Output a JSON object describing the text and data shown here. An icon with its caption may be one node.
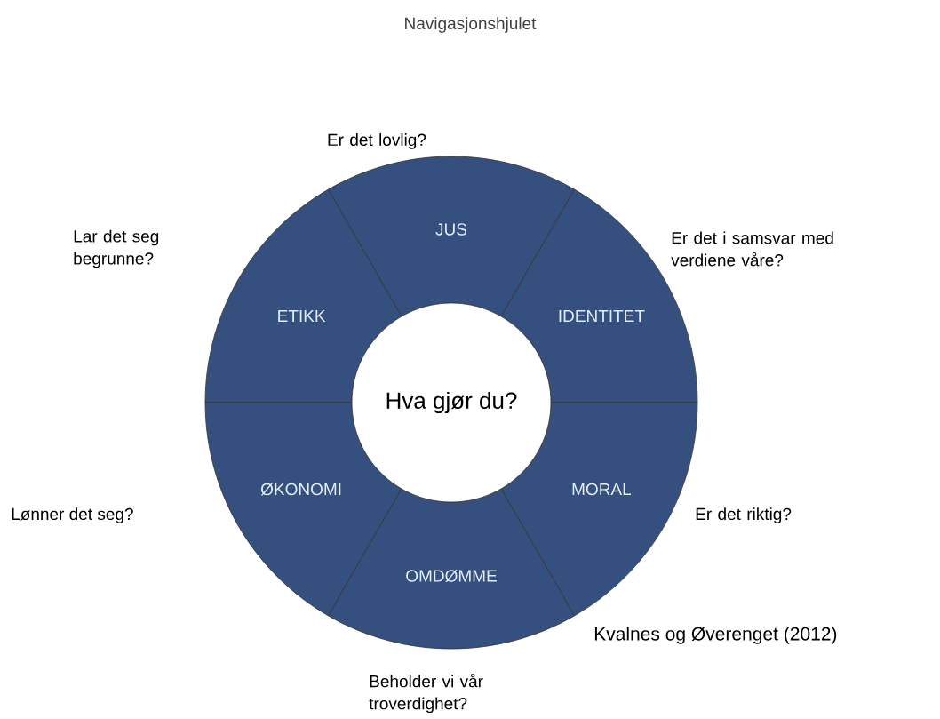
{
  "diagram": {
    "title": "Navigasjonshjulet",
    "nodes": [
      {
        "text": [
          "JUS"
        ],
        "beside": [
          "Er det lovlig?"
        ]
      },
      {
        "text": [
          "ETIKK"
        ],
        "beside": [
          "Lar det seg begrunne?"
        ]
      },
      {
        "text": [
          "IDENTITET"
        ],
        "beside": [
          "Er det i samsvar med verdiene våre?"
        ]
      },
      {
        "text": [
          "Hva gjør du?"
        ]
      },
      {
        "text": [
          "ØKONOMI"
        ]
      },
      {
        "text": [
          "MORAL"
        ],
        "beside": [
          "Er det riktig?"
        ]
      },
      {
        "text": [
          "OMDØMME"
        ],
        "beside": [
          "Beholder vi vår troverdighet?"
        ]
      }
    ],
    "labels": [
      "Lønner det seg?",
      "Kvalnes og Øverenget (2012)"
    ]
  }
}
